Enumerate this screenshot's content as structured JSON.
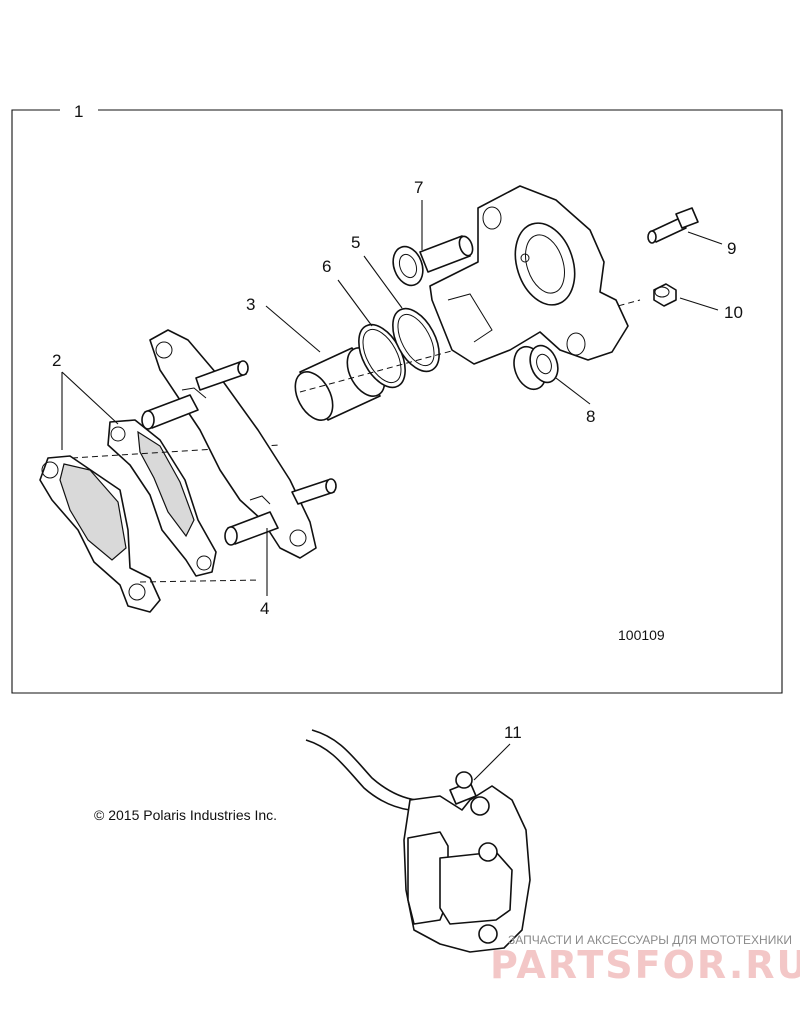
{
  "callouts": {
    "c1": "1",
    "c2": "2",
    "c3": "3",
    "c4": "4",
    "c5": "5",
    "c6": "6",
    "c7": "7",
    "c8": "8",
    "c9": "9",
    "c10": "10",
    "c11": "11"
  },
  "figure_number": "100109",
  "copyright": "© 2015 Polaris Industries Inc.",
  "watermark": {
    "tagline": "ЗАПЧАСТИ И АКСЕССУАРЫ ДЛЯ МОТОТЕХНИКИ",
    "logo": "PARTSFOR.RU"
  },
  "colors": {
    "line": "#111111",
    "background": "#ffffff",
    "watermark_logo": "#f3c7c7"
  }
}
